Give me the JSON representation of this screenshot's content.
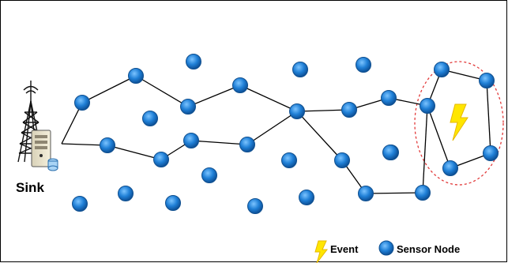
{
  "sink": {
    "label": "Sink"
  },
  "legend": {
    "event_label": "Event",
    "sensor_label": "Sensor Node"
  },
  "colors": {
    "node_fill": "#1f7fd6",
    "node_stroke": "#0f4f8f",
    "event_yellow": "#ffe600",
    "event_region_border": "#e23a3a",
    "link": "#000000",
    "frame": "#000000"
  },
  "diagram": {
    "nodes": [
      {
        "id": "n1"
      },
      {
        "id": "n2"
      },
      {
        "id": "n3"
      },
      {
        "id": "n4"
      },
      {
        "id": "n5"
      },
      {
        "id": "n6"
      },
      {
        "id": "n7"
      },
      {
        "id": "n8"
      },
      {
        "id": "n9"
      },
      {
        "id": "n10"
      },
      {
        "id": "n11"
      },
      {
        "id": "n12"
      },
      {
        "id": "n13"
      },
      {
        "id": "n14"
      },
      {
        "id": "n15"
      },
      {
        "id": "n16"
      },
      {
        "id": "n17"
      },
      {
        "id": "n18"
      },
      {
        "id": "n19"
      },
      {
        "id": "n20"
      },
      {
        "id": "n21"
      },
      {
        "id": "n22"
      },
      {
        "id": "n23"
      },
      {
        "id": "n24"
      },
      {
        "id": "n25"
      },
      {
        "id": "n26"
      },
      {
        "id": "n27"
      },
      {
        "id": "n28"
      },
      {
        "id": "n29"
      },
      {
        "id": "n30"
      },
      {
        "id": "n31"
      },
      {
        "id": "n32"
      }
    ],
    "links": [
      [
        "sink",
        "n1"
      ],
      [
        "n1",
        "n2"
      ],
      [
        "n2",
        "n3"
      ],
      [
        "n3",
        "n4"
      ],
      [
        "n4",
        "n5"
      ],
      [
        "sink",
        "n6"
      ],
      [
        "n6",
        "n7"
      ],
      [
        "n7",
        "n8"
      ],
      [
        "n8",
        "n9"
      ],
      [
        "n9",
        "n5"
      ],
      [
        "n5",
        "n10"
      ],
      [
        "n10",
        "n11"
      ],
      [
        "n11",
        "n12"
      ],
      [
        "n5",
        "n13"
      ],
      [
        "n13",
        "n14"
      ],
      [
        "n14",
        "n15"
      ],
      [
        "n15",
        "n12"
      ],
      [
        "n12",
        "n16"
      ],
      [
        "n16",
        "n17"
      ],
      [
        "n17",
        "n18"
      ],
      [
        "n18",
        "n19"
      ],
      [
        "n19",
        "n12"
      ]
    ]
  }
}
